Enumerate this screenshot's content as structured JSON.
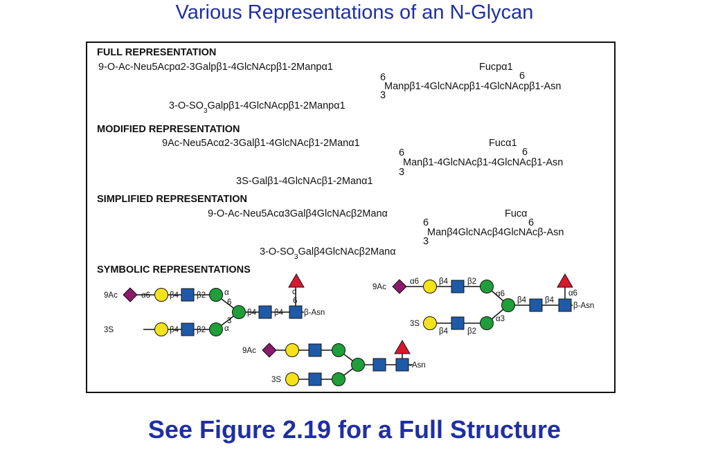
{
  "slide": {
    "title": "Various Representations of an N-Glycan",
    "footer": "See Figure 2.19 for a Full Structure"
  },
  "colors": {
    "title_blue": "#1f2fa3",
    "galactose_yellow": "#f5e21a",
    "glcnac_blue": "#1e5aa8",
    "mannose_green": "#1f9e3a",
    "fucose_red": "#d7192d",
    "sialic_purple": "#8b1a6a"
  },
  "icons": {
    "neu5ac": "purple-diamond",
    "gal": "yellow-circle",
    "glcnac": "blue-square",
    "man": "green-circle",
    "fuc": "red-triangle"
  },
  "full": {
    "header": "FULL REPRESENTATION",
    "upper_arm": "9-O-Ac-Neu5Acpα2-3Galpβ1-4GlcNAcpβ1-2Manpα1",
    "upper_pos": "6",
    "core": "Manpβ1-4GlcNAcpβ1-4GlcNAcpβ1-Asn",
    "lower_pos": "3",
    "lower_arm": "3-O-SO3Galpβ1-4GlcNAcpβ1-2Manpα1",
    "fuc": "Fucpα1",
    "fuc_pos": "6"
  },
  "modified": {
    "header": "MODIFIED REPRESENTATION",
    "upper_arm": "9Ac-Neu5Acα2-3Galβ1-4GlcNAcβ1-2Manα1",
    "upper_pos": "6",
    "core": "Manβ1-4GlcNAcβ1-4GlcNAcβ1-Asn",
    "lower_pos": "3",
    "lower_arm": "3S-Galβ1-4GlcNAcβ1-2Manα1",
    "fuc": "Fucα1",
    "fuc_pos": "6"
  },
  "simplified": {
    "header": "SIMPLIFIED  REPRESENTATION",
    "upper_arm": "9-O-Ac-Neu5Acα3Galβ4GlcNAcβ2Manα",
    "upper_pos": "6",
    "core": "Manβ4GlcNAcβ4GlcNAcβ-Asn",
    "lower_pos": "3",
    "lower_arm": "3-O-SO3Galβ4GlcNAcβ2Manα",
    "fuc": "Fucα",
    "fuc_pos": "6"
  },
  "symbolic": {
    "header": "SYMBOLIC  REPRESENTATIONS",
    "ac9": "9Ac",
    "s3": "3S",
    "asn_beta": "β-Asn",
    "asn": "-Asn",
    "a6": "α6",
    "a3": "α3",
    "alpha": "α",
    "b4": "β4",
    "b2": "β2",
    "six": "6",
    "three": "3"
  }
}
